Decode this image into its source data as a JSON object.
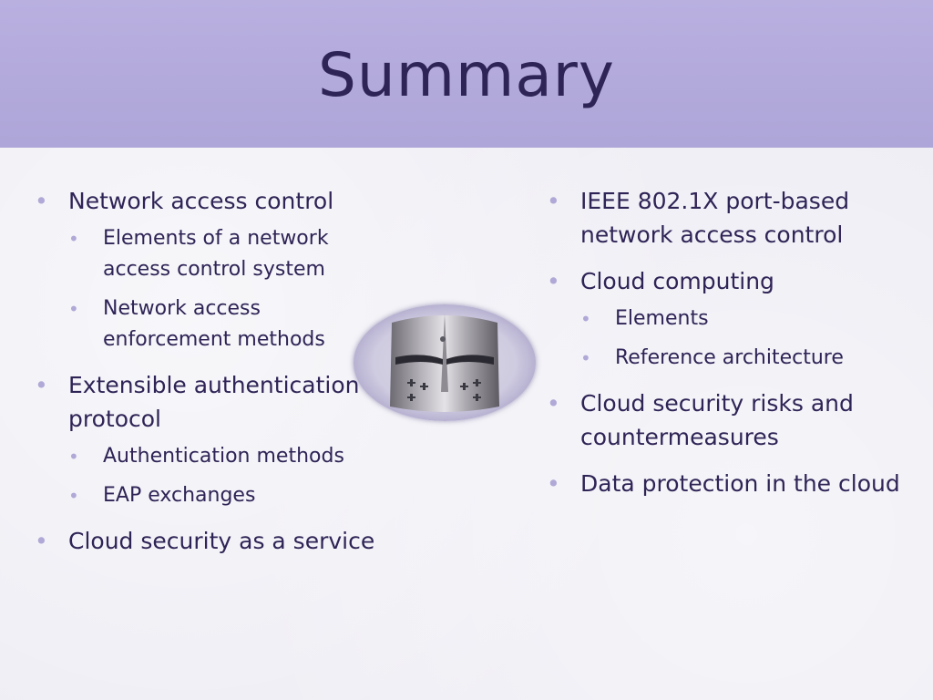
{
  "slide": {
    "title": "Summary",
    "left_column": [
      {
        "text": "Network access control",
        "subitems": [
          "Elements of a network access control system",
          "Network access enforcement methods"
        ]
      },
      {
        "text": "Extensible authentication protocol",
        "subitems": [
          "Authentication methods",
          "EAP exchanges"
        ]
      },
      {
        "text": "Cloud security as a service",
        "subitems": []
      }
    ],
    "right_column": [
      {
        "text": "IEEE 802.1X port-based network access control",
        "subitems": []
      },
      {
        "text": "Cloud computing",
        "subitems": [
          "Elements",
          "Reference architecture"
        ]
      },
      {
        "text": "Cloud security risks and countermeasures",
        "subitems": []
      },
      {
        "text": "Data protection in the cloud",
        "subitems": []
      }
    ],
    "bullet_glyph": "•",
    "colors": {
      "title_bar": "#b4abde",
      "title_text": "#2f2456",
      "body_text": "#2f2456",
      "bullet": "#b0a8d6",
      "background": "#eeedf3"
    }
  }
}
